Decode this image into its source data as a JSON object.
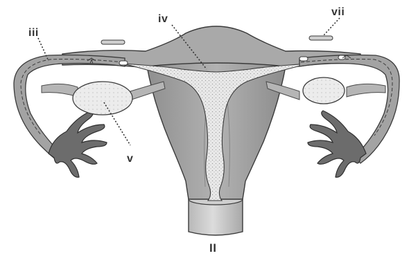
{
  "labels": {
    "iii": "iii",
    "iv": "iv",
    "v": "v",
    "vii": "vii",
    "ii": "II"
  },
  "colors": {
    "tissue": "#9d9d9d",
    "tissue_light": "#c4c4c4",
    "cavity": "#e6e6e6",
    "outline": "#3a3a3a",
    "leader": "#333333"
  }
}
